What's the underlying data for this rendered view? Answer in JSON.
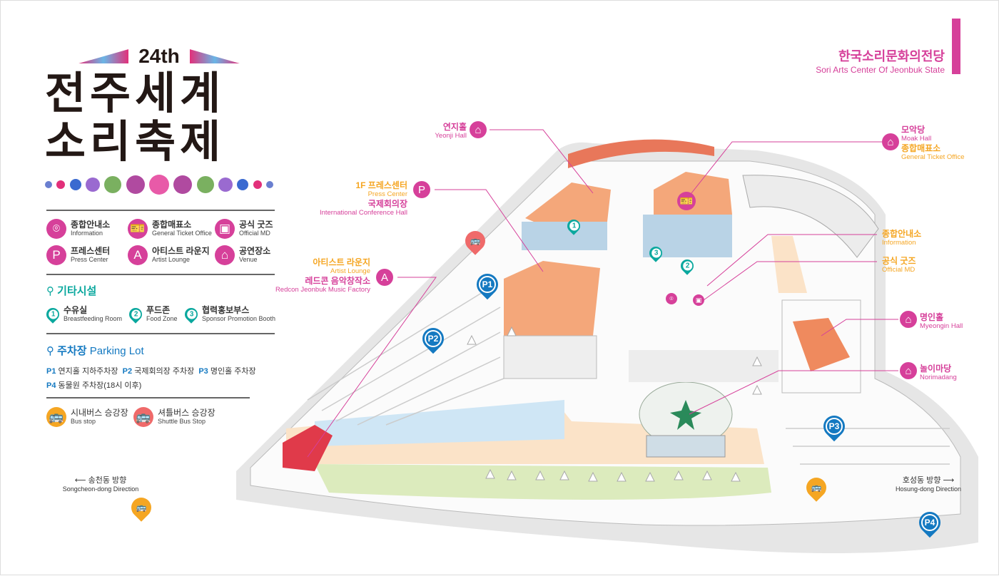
{
  "festival": {
    "edition": "24th",
    "title_line1": "전주세계",
    "title_line2": "소리축제"
  },
  "venue": {
    "name_ko": "한국소리문화의전당",
    "name_en": "Sori Arts Center Of Jeonbuk State",
    "accent_color": "#d6409a"
  },
  "legend": {
    "main": [
      {
        "icon": "location-pin-icon",
        "ko": "종합안내소",
        "en": "Information"
      },
      {
        "icon": "ticket-icon",
        "ko": "종합매표소",
        "en": "General Ticket Office"
      },
      {
        "icon": "shopping-bag-icon",
        "ko": "공식 굿즈",
        "en": "Official MD"
      },
      {
        "icon": "P",
        "ko": "프레스센터",
        "en": "Press Center"
      },
      {
        "icon": "A",
        "ko": "아티스트 라운지",
        "en": "Artist Lounge"
      },
      {
        "icon": "venue-icon",
        "ko": "공연장소",
        "en": "Venue"
      }
    ],
    "other_title": "기타시설",
    "other": [
      {
        "num": "1",
        "ko": "수유실",
        "en": "Breastfeeding Room"
      },
      {
        "num": "2",
        "ko": "푸드존",
        "en": "Food Zone"
      },
      {
        "num": "3",
        "ko": "협력홍보부스",
        "en": "Sponsor Promotion Booth"
      }
    ],
    "parking_title_ko": "주차장",
    "parking_title_en": "Parking Lot",
    "parking": [
      {
        "code": "P1",
        "name": "연지홀 지하주차장"
      },
      {
        "code": "P2",
        "name": "국제회의장 주차장"
      },
      {
        "code": "P3",
        "name": "명인홀 주차장"
      },
      {
        "code": "P4",
        "name": "동물원 주차장(18시 이후)"
      }
    ],
    "bus": [
      {
        "ko": "시내버스 승강장",
        "en": "Bus stop",
        "color": "#f5a623"
      },
      {
        "ko": "셔틀버스 승강장",
        "en": "Shuttle Bus Stop",
        "color": "#ef6a6a"
      }
    ]
  },
  "map_labels": {
    "yeonji": {
      "ko": "연지홀",
      "en": "Yeonji Hall"
    },
    "press": {
      "ko": "1F 프레스센터",
      "en": "Press Center",
      "ko2": "국제회의장",
      "en2": "International Conference Hall"
    },
    "artist": {
      "ko": "아티스트 라운지",
      "en": "Artist Lounge",
      "ko2": "레드콘 음악창작소",
      "en2": "Redcon Jeonbuk Music Factory"
    },
    "moak": {
      "ko": "모악당",
      "en": "Moak Hall",
      "ko2": "종합매표소",
      "en2": "General Ticket Office"
    },
    "info": {
      "ko": "종합안내소",
      "en": "Information"
    },
    "md": {
      "ko": "공식 굿즈",
      "en": "Official MD"
    },
    "myeongin": {
      "ko": "명인홀",
      "en": "Myeongin Hall"
    },
    "nori": {
      "ko": "놀이마당",
      "en": "Norimadang"
    }
  },
  "pins": {
    "p1": "P1",
    "p2": "P2",
    "p3": "P3",
    "p4": "P4",
    "f1": "1",
    "f2": "2",
    "f3": "3",
    "press": "P",
    "artist": "A"
  },
  "directions": {
    "west": {
      "ko": "송천동 방향",
      "en": "Songcheon-dong Direction"
    },
    "east": {
      "ko": "호성동 방향",
      "en": "Hosung-dong Direction"
    }
  }
}
